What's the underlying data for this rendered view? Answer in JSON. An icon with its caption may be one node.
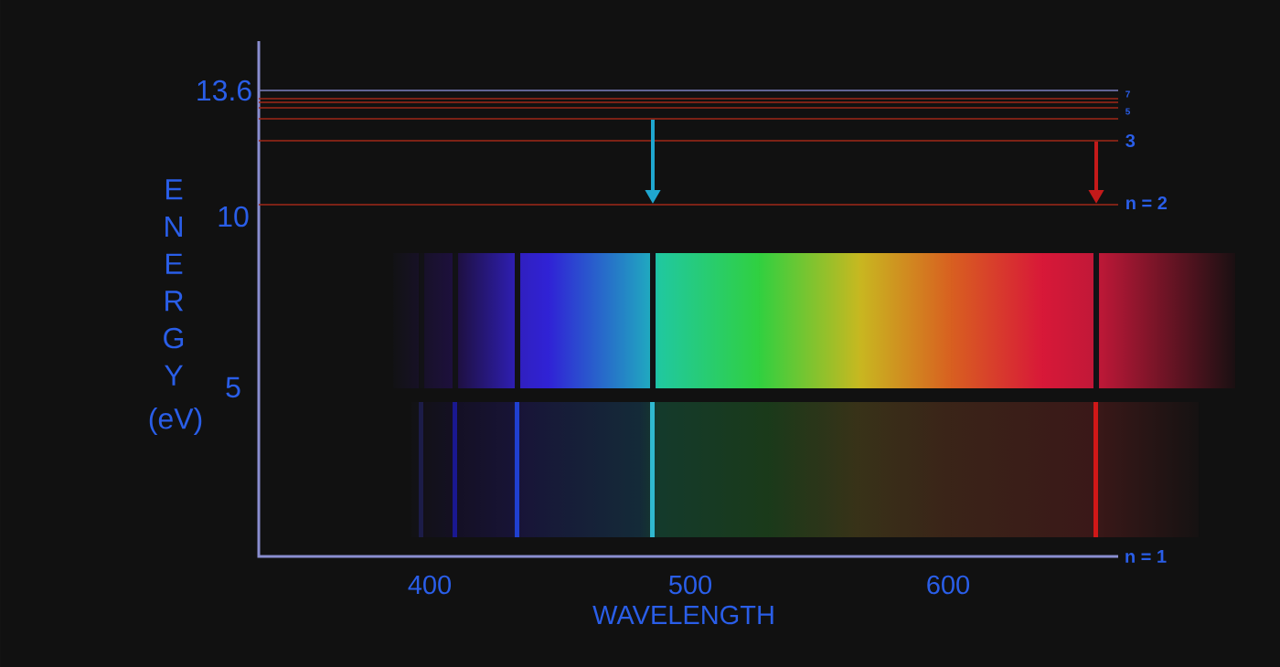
{
  "diagram": {
    "nodes": [
      {
        "text": [],
        "shape": "bar"
      },
      {
        "text": [
          "7"
        ]
      },
      {
        "text": [],
        "shape": "bar"
      },
      {
        "text": [
          "5"
        ]
      },
      {
        "text": [],
        "shape": "bar"
      },
      {
        "text": [
          "3"
        ]
      },
      {
        "text": [
          "n = 2"
        ]
      }
    ],
    "edges": [
      {
        "from": 4,
        "to": 6,
        "arrow": "to",
        "color": "#1fa6cf"
      },
      {
        "from": 5,
        "to": 6,
        "arrow": "to",
        "color": "#c41a1a"
      }
    ],
    "labels": [
      "13.6",
      "E N E R G Y",
      "10",
      "5",
      "(eV)",
      "n = 1",
      "400",
      "500",
      "600",
      "WAVELENGTH"
    ]
  }
}
